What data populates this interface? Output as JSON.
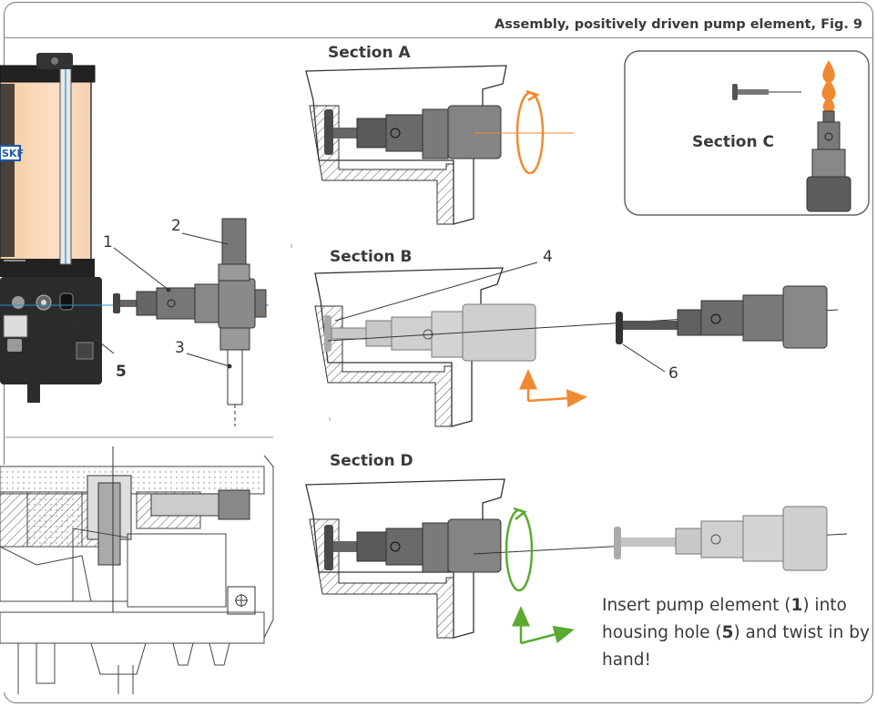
{
  "header": {
    "title": "Assembly, positively driven pump element, Fig. 9"
  },
  "logo_text": "SKF",
  "sections": {
    "a": "Section A",
    "b": "Section B",
    "c": "Section C",
    "d": "Section D"
  },
  "callouts": {
    "n1": "1",
    "n2": "2",
    "n3": "3",
    "n4": "4",
    "n5": "5",
    "n6": "6"
  },
  "instruction": {
    "p1": "Insert pump element (",
    "b1": "1",
    "p2": ") into housing hole (",
    "b2": "5",
    "p3": ") and twist in by hand!"
  },
  "colors": {
    "orange": "#f08a32",
    "green": "#5aaa32",
    "dark_part": "#6b6b6b",
    "light_part": "#c8c8c8",
    "line": "#333333",
    "blue": "#2a8fd0"
  }
}
